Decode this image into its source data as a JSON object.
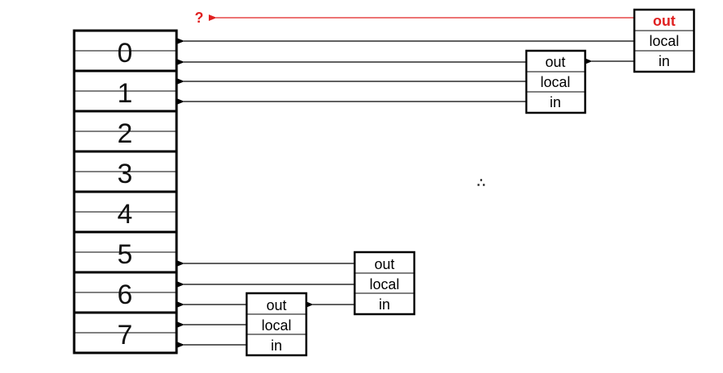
{
  "register_file": {
    "rows": [
      "0",
      "1",
      "2",
      "3",
      "4",
      "5",
      "6",
      "7"
    ]
  },
  "windows": {
    "w_top": {
      "out": "out",
      "local": "local",
      "in": "in"
    },
    "w_second": {
      "out": "out",
      "local": "local",
      "in": "in"
    },
    "w_mid": {
      "out": "out",
      "local": "local",
      "in": "in"
    },
    "w_bottom": {
      "out": "out",
      "local": "local",
      "in": "in"
    }
  },
  "overflow_marker": "?",
  "ellipsis": "∴",
  "colors": {
    "overflow": "#e02020",
    "line": "#000000"
  }
}
